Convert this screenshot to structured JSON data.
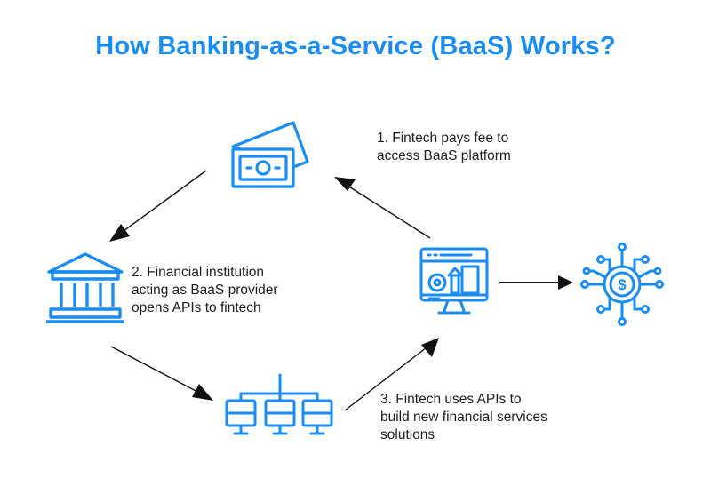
{
  "title": "How Banking-as-a-Service (BaaS) Works?",
  "steps": [
    {
      "lines": [
        "1. Fintech pays fee to",
        "access BaaS platform"
      ]
    },
    {
      "lines": [
        "2. Financial institution",
        "acting as BaaS provider",
        "opens APIs to fintech"
      ]
    },
    {
      "lines": [
        "3. Fintech uses APIs to",
        "build new financial services",
        "solutions"
      ]
    }
  ],
  "icons": {
    "money": "money-bills-icon",
    "bank": "bank-building-icon",
    "api": "api-servers-network-icon",
    "fintech": "fintech-monitor-icon",
    "services": "dollar-network-hub-icon"
  },
  "colors": {
    "accent": "#1a8cf2",
    "text": "#1e1e1e",
    "arrow": "#111111"
  }
}
